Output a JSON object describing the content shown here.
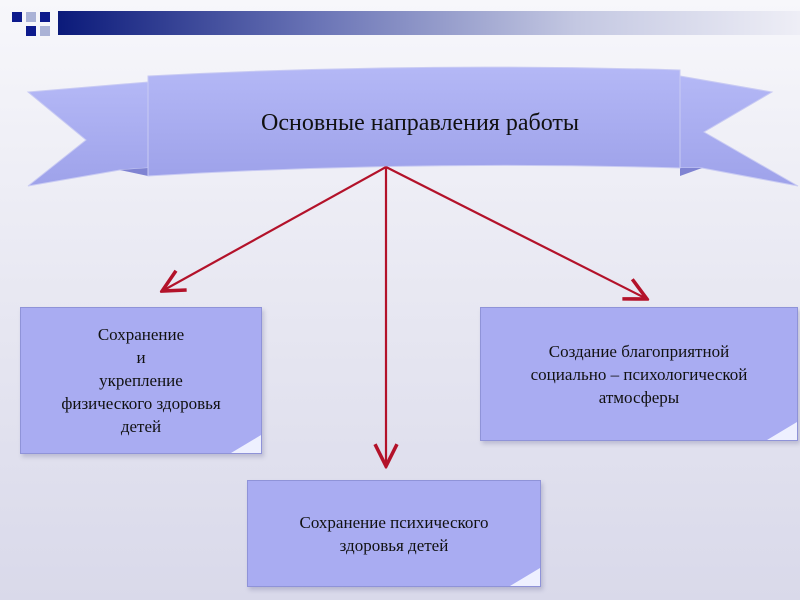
{
  "title": "Основные направления работы",
  "boxes": {
    "left": {
      "lines": [
        "Сохранение",
        "и",
        "укрепление",
        "физического здоровья",
        "детей"
      ]
    },
    "right": {
      "lines": [
        "Создание благоприятной",
        "социально – психологической",
        "атмосферы"
      ]
    },
    "bottom": {
      "lines": [
        "Сохранение психического",
        "здоровья детей"
      ]
    }
  },
  "colors": {
    "banner_fill": "#a8acf0",
    "box_fill": "#a9acf2",
    "arrow": "#b3122a",
    "header_strip": "#0b1a7a"
  },
  "icons": [
    "decorative-squares"
  ]
}
